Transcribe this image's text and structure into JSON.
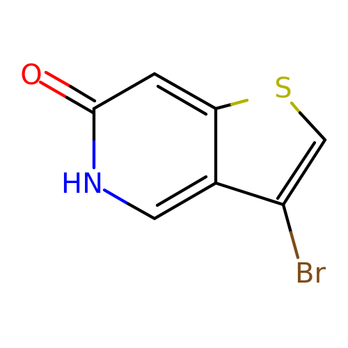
{
  "colors": {
    "background": "#ffffff",
    "carbon_bond": "#000000",
    "oxygen": "#ff0000",
    "nitrogen": "#0000ff",
    "sulfur": "#b2b200",
    "bromine": "#7f4c19"
  },
  "atoms": {
    "oxygen": {
      "label": "O"
    },
    "nitrogen": {
      "label": "HN"
    },
    "sulfur": {
      "label": "S"
    },
    "bromine": {
      "label": "Br"
    }
  }
}
